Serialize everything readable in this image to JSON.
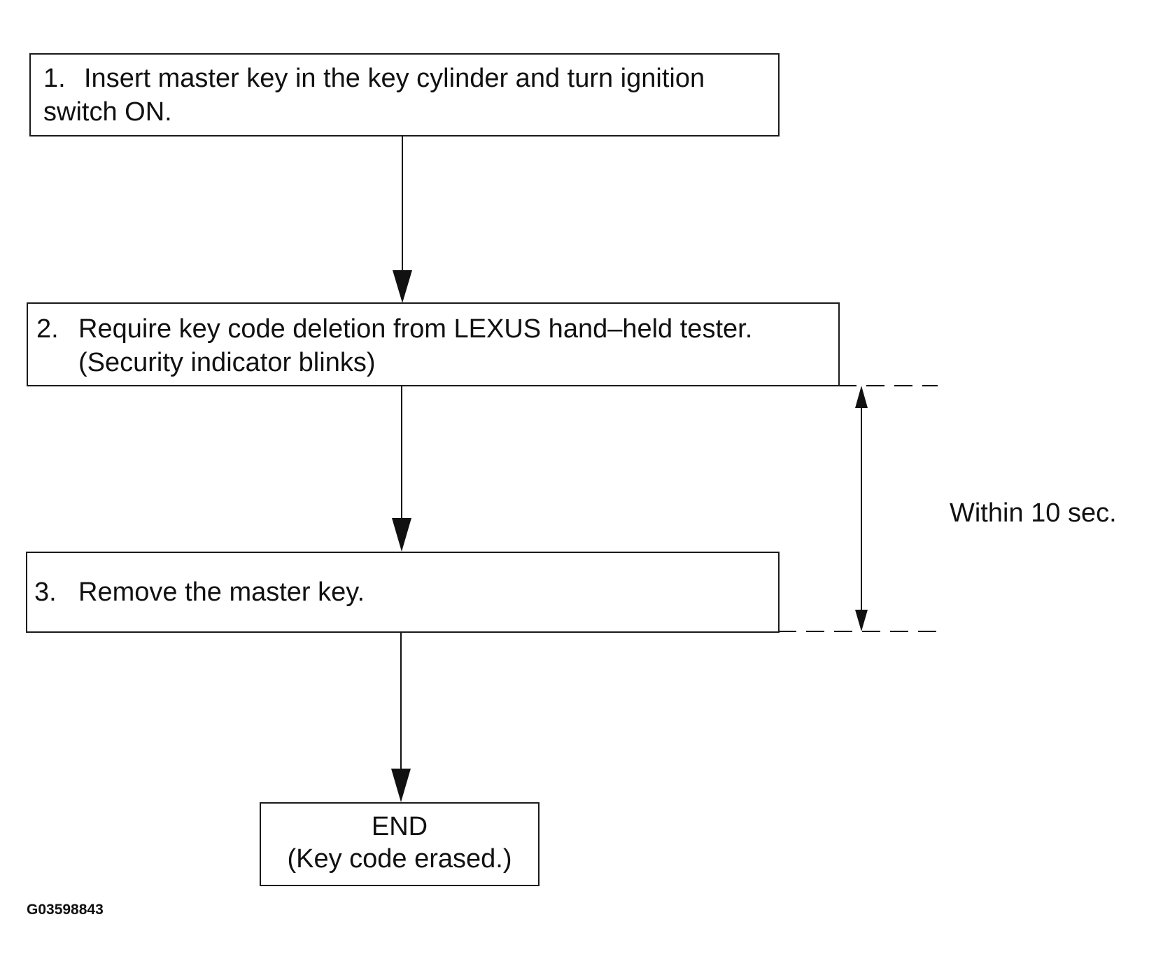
{
  "steps": [
    {
      "number": "1.",
      "lines": [
        "Insert master key in the key cylinder and turn ignition",
        "switch ON."
      ]
    },
    {
      "number": "2.",
      "lines": [
        "Require key code deletion from LEXUS hand–held tester.",
        "(Security indicator blinks)"
      ]
    },
    {
      "number": "3.",
      "lines": [
        "Remove the master key."
      ]
    }
  ],
  "end": {
    "title": "END",
    "subtitle": "(Key code erased.)"
  },
  "timing_note": "Within 10 sec.",
  "figure_code": "G03598843"
}
